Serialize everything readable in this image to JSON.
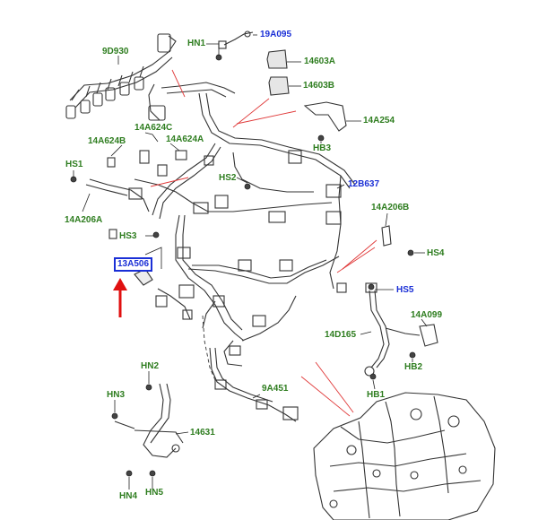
{
  "colors": {
    "part_label": "#2e7d1f",
    "link_label": "#1a2fd6",
    "highlight_arrow": "#e01010",
    "leader_line": "#222222",
    "drawing_line": "#333333",
    "callout_line": "#e03a3a"
  },
  "labels": {
    "9D930": "9D930",
    "HN1": "HN1",
    "19A095": "19A095",
    "14603A": "14603A",
    "14603B": "14603B",
    "14A254": "14A254",
    "HB3": "HB3",
    "14A624C": "14A624C",
    "14A624B": "14A624B",
    "14A624A": "14A624A",
    "HS1": "HS1",
    "HS2": "HS2",
    "12B637": "12B637",
    "14A206A": "14A206A",
    "14A206B": "14A206B",
    "HS3": "HS3",
    "HS4": "HS4",
    "13A506": "13A506",
    "HS5": "HS5",
    "14A099": "14A099",
    "14D165": "14D165",
    "HB2": "HB2",
    "HB1": "HB1",
    "HN2": "HN2",
    "HN3": "HN3",
    "9A451": "9A451",
    "14631": "14631",
    "HN4": "HN4",
    "HN5": "HN5"
  },
  "highlighted_part": "13A506"
}
